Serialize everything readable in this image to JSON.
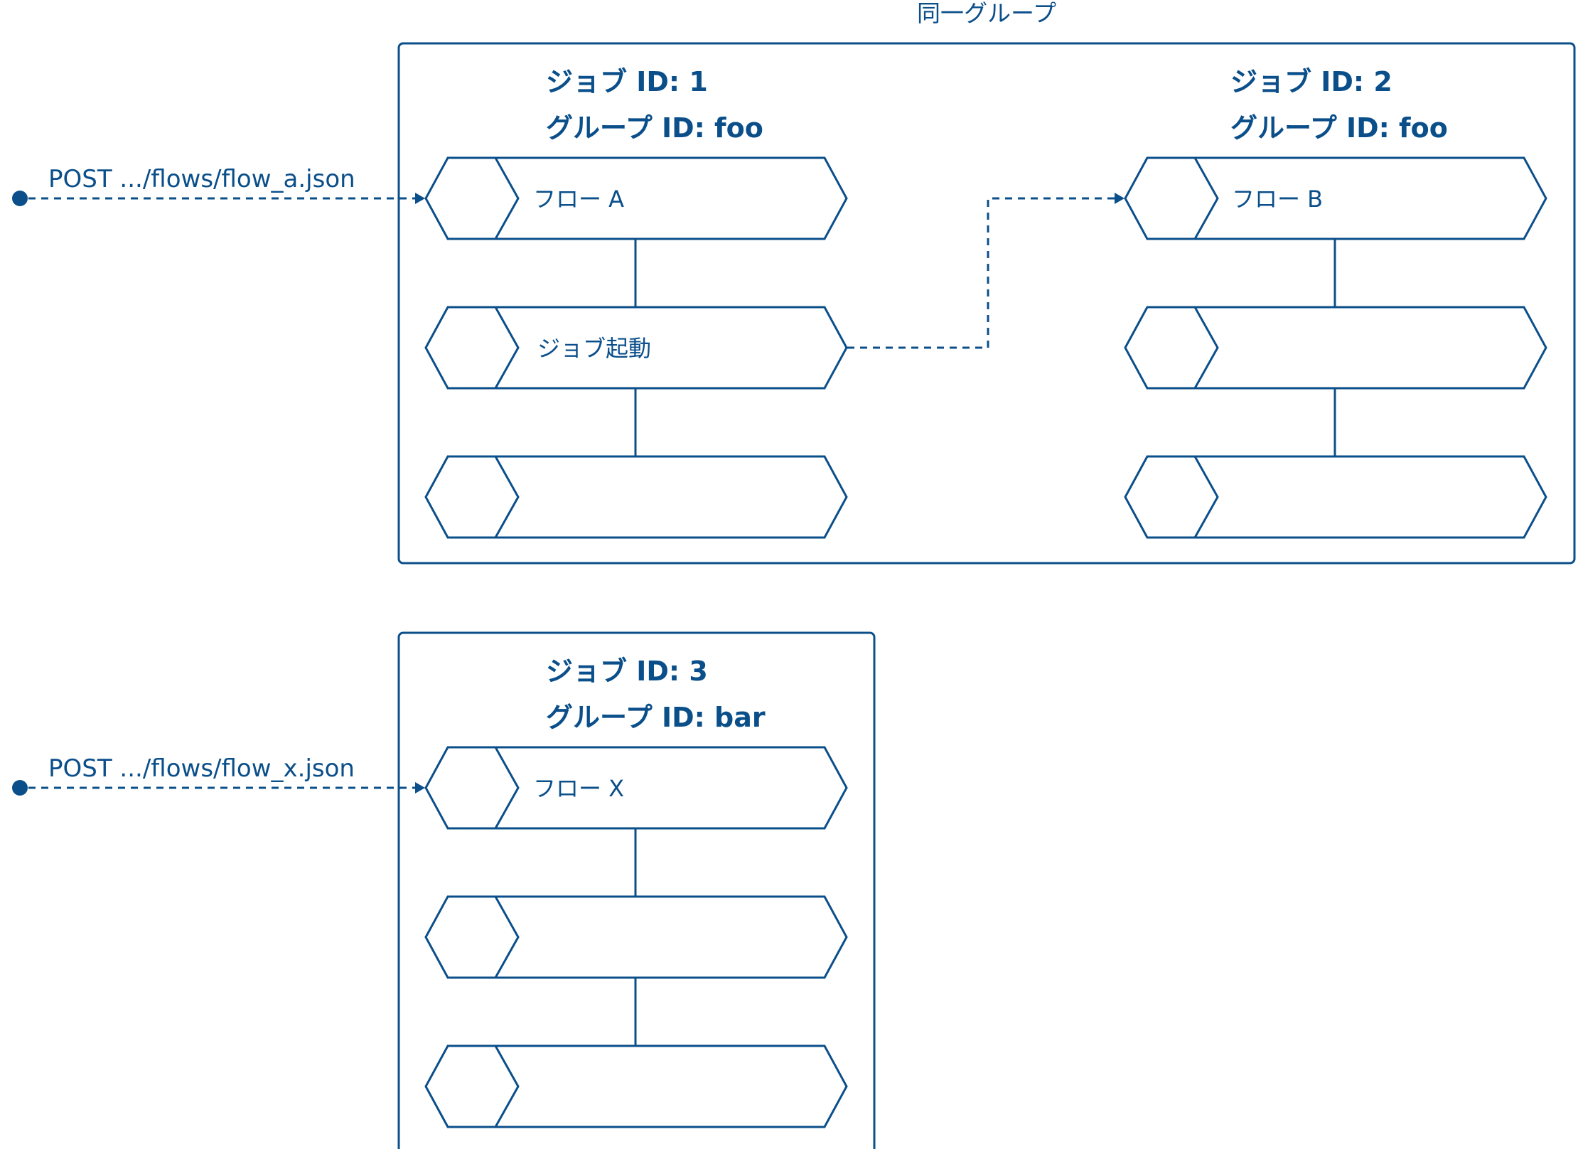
{
  "group": {
    "label": "同一グループ"
  },
  "jobs": [
    {
      "job_label": "ジョブ ID: 1",
      "group_label": "グループ ID: foo",
      "steps": [
        "フロー A",
        "ジョブ起動",
        ""
      ]
    },
    {
      "job_label": "ジョブ ID: 2",
      "group_label": "グループ ID: foo",
      "steps": [
        "フロー B",
        "",
        ""
      ]
    },
    {
      "job_label": "ジョブ ID: 3",
      "group_label": "グループ ID: bar",
      "steps": [
        "フロー X",
        "",
        ""
      ]
    }
  ],
  "requests": [
    {
      "label": "POST .../flows/flow_a.json"
    },
    {
      "label": "POST .../flows/flow_x.json"
    }
  ],
  "colors": {
    "stroke": "#0b4f8a",
    "background": "#ffffff"
  }
}
